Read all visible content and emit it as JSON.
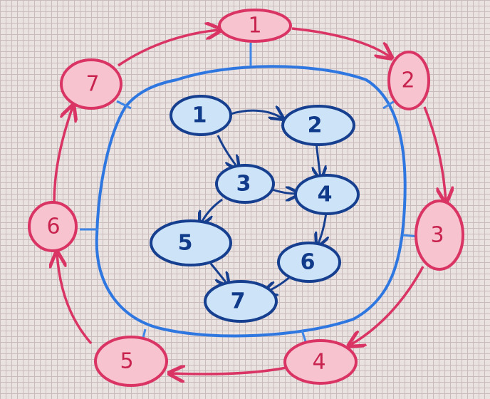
{
  "colors": {
    "outer_fill": "#f7c3cf",
    "outer_stroke": "#d93463",
    "outer_text": "#c8234f",
    "inner_fill": "#cde4f8",
    "inner_stroke": "#163f8f",
    "inner_text": "#103a8a",
    "boundary_stroke": "#2f77e0",
    "connector_stroke": "#3f86e6"
  },
  "outer_nodes": [
    {
      "id": "o1",
      "label": "1"
    },
    {
      "id": "o2",
      "label": "2"
    },
    {
      "id": "o3",
      "label": "3"
    },
    {
      "id": "o4",
      "label": "4"
    },
    {
      "id": "o5",
      "label": "5"
    },
    {
      "id": "o6",
      "label": "6"
    },
    {
      "id": "o7",
      "label": "7"
    }
  ],
  "outer_edges": [
    {
      "from": "o1",
      "to": "o2"
    },
    {
      "from": "o2",
      "to": "o3"
    },
    {
      "from": "o3",
      "to": "o4"
    },
    {
      "from": "o4",
      "to": "o5"
    },
    {
      "from": "o5",
      "to": "o6"
    },
    {
      "from": "o6",
      "to": "o7"
    },
    {
      "from": "o7",
      "to": "o1"
    }
  ],
  "inner_nodes": [
    {
      "id": "i1",
      "label": "1"
    },
    {
      "id": "i2",
      "label": "2"
    },
    {
      "id": "i3",
      "label": "3"
    },
    {
      "id": "i4",
      "label": "4"
    },
    {
      "id": "i5",
      "label": "5"
    },
    {
      "id": "i6",
      "label": "6"
    },
    {
      "id": "i7",
      "label": "7"
    }
  ],
  "inner_edges": [
    {
      "from": "i1",
      "to": "i2"
    },
    {
      "from": "i1",
      "to": "i3"
    },
    {
      "from": "i2",
      "to": "i4"
    },
    {
      "from": "i3",
      "to": "i4"
    },
    {
      "from": "i3",
      "to": "i5"
    },
    {
      "from": "i4",
      "to": "i6"
    },
    {
      "from": "i5",
      "to": "i7"
    },
    {
      "from": "i6",
      "to": "i7"
    }
  ]
}
